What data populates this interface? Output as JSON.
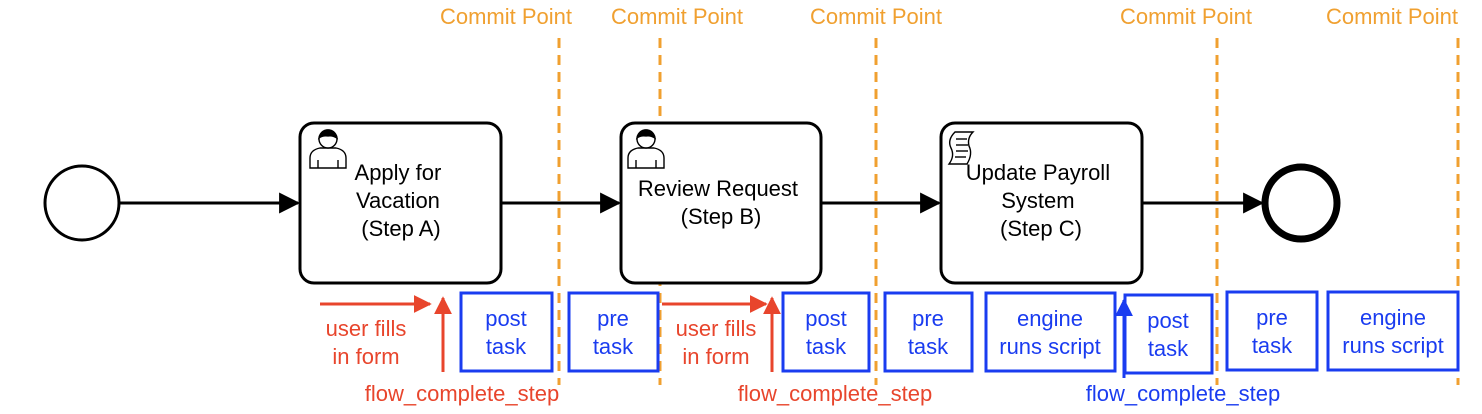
{
  "commit_points": {
    "label": "Commit Point",
    "color": "#f0a030",
    "items": [
      "Commit Point",
      "Commit Point",
      "Commit Point",
      "Commit Point",
      "Commit Point"
    ]
  },
  "tasks": [
    {
      "lines": [
        "Apply for",
        "Vacation",
        "(Step A)"
      ],
      "type": "user-task",
      "icon": "user-icon"
    },
    {
      "lines": [
        "Review Request",
        "(Step B)"
      ],
      "type": "user-task",
      "icon": "user-icon"
    },
    {
      "lines": [
        "Update Payroll",
        "System",
        "(Step C)"
      ],
      "type": "script-task",
      "icon": "script-icon"
    }
  ],
  "hook_boxes": [
    {
      "lines": [
        "post",
        "task"
      ]
    },
    {
      "lines": [
        "pre",
        "task"
      ]
    },
    {
      "lines": [
        "post",
        "task"
      ]
    },
    {
      "lines": [
        "pre",
        "task"
      ]
    },
    {
      "lines": [
        "engine",
        "runs script"
      ]
    },
    {
      "lines": [
        "post",
        "task"
      ]
    },
    {
      "lines": [
        "pre",
        "task"
      ]
    },
    {
      "lines": [
        "engine",
        "runs script"
      ]
    }
  ],
  "user_annotations": [
    {
      "lines": [
        "user fills",
        "in form"
      ]
    },
    {
      "lines": [
        "user fills",
        "in form"
      ]
    }
  ],
  "flow_steps": [
    {
      "label": "flow_complete_step"
    },
    {
      "label": "flow_complete_step"
    },
    {
      "label": "flow_complete_step"
    }
  ],
  "colors": {
    "red": "#e8452c",
    "blue": "#1a3cf0",
    "orange": "#f0a030",
    "black": "#000000"
  }
}
